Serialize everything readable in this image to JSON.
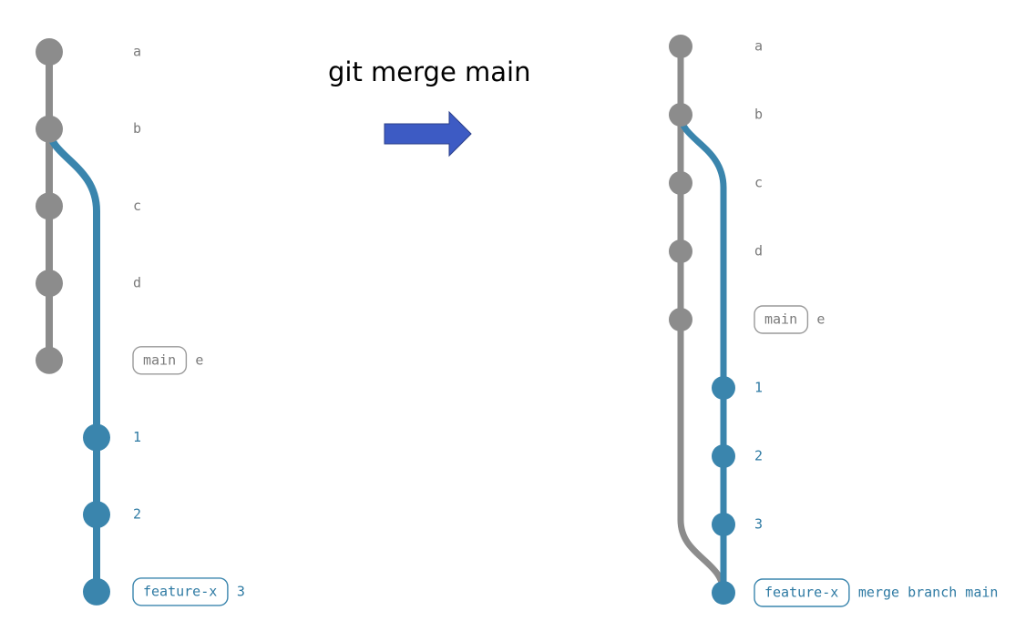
{
  "caption": "git merge main",
  "colors": {
    "main_line": "#8c8c8c",
    "feature_line": "#3a85ad",
    "main_label": "#7a7a7a",
    "feature_label": "#2e7aa3",
    "arrow_fill": "#3d5bc4",
    "arrow_stroke": "#2b3f8a",
    "tag_border_main": "#9a9a9a",
    "tag_border_feature": "#3a85ad"
  },
  "before": {
    "main_commits": [
      {
        "label": "a"
      },
      {
        "label": "b"
      },
      {
        "label": "c"
      },
      {
        "label": "d"
      },
      {
        "label": "e",
        "branch_tag": "main"
      }
    ],
    "feature_commits": [
      {
        "label": "1"
      },
      {
        "label": "2"
      },
      {
        "label": "3",
        "branch_tag": "feature-x"
      }
    ]
  },
  "after": {
    "main_commits": [
      {
        "label": "a"
      },
      {
        "label": "b"
      },
      {
        "label": "c"
      },
      {
        "label": "d"
      },
      {
        "label": "e",
        "branch_tag": "main"
      }
    ],
    "feature_commits": [
      {
        "label": "1"
      },
      {
        "label": "2"
      },
      {
        "label": "3"
      },
      {
        "label": "merge branch main",
        "branch_tag": "feature-x"
      }
    ]
  }
}
